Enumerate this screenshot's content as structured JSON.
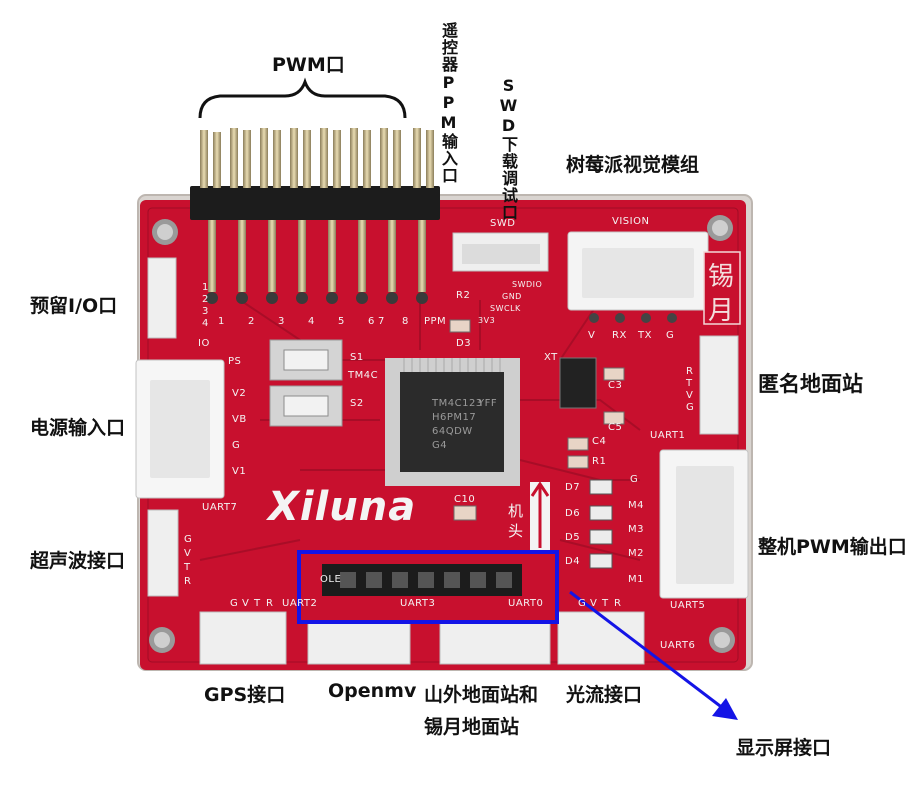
{
  "labels": {
    "pwm": "PWM口",
    "ppm": "遥控器PPM输入口",
    "swd": "SWD下载调试口",
    "vision_module": "树莓派视觉模组",
    "io": "预留I/O口",
    "power": "电源输入口",
    "ultrasonic": "超声波接口",
    "ground_station": "匿名地面站",
    "pwm_out": "整机PWM输出口",
    "gps": "GPS接口",
    "openmv": "Openmv",
    "shanwai_1": "山外地面站和",
    "shanwai_2": "锡月地面站",
    "optical_flow": "光流接口",
    "display": "显示屏接口"
  },
  "board": {
    "brand": "Xiluna",
    "stamp_1": "锡",
    "stamp_2": "月",
    "head_1": "机",
    "head_2": "头",
    "swd_header": "SWD",
    "vision_header": "VISION",
    "ps": "PS",
    "io": "IO",
    "uart1": "UART1",
    "uart2": "UART2",
    "uart3": "UART3",
    "uart5": "UART5",
    "uart6": "UART6",
    "uart7": "UART7",
    "uart0": "UART0",
    "ole": "OLE",
    "s1": "S1",
    "s2": "S2",
    "r1": "R1",
    "r2": "R2",
    "c3": "C3",
    "c4": "C4",
    "c5": "C5",
    "c10": "C10",
    "d3": "D3",
    "d4": "D4",
    "d5": "D5",
    "d6": "D6",
    "d7": "D7",
    "xt": "XT",
    "m1": "M1",
    "m2": "M2",
    "m3": "M3",
    "m4": "M4",
    "g": "G",
    "v1": "V1",
    "v2": "V2",
    "vb": "VB",
    "tm4c": "TM4C",
    "chip_1": "TM4C123",
    "chip_2": "H6PM17",
    "chip_3": "64QDW",
    "chip_4": "G4",
    "chip_yff": "YFF",
    "ppm": "PPM",
    "pin_numbers": [
      "1",
      "2",
      "3",
      "4",
      "5",
      "6",
      "7",
      "8"
    ],
    "swd_pins": [
      "SWDIO",
      "GND",
      "SWCLK",
      "3V3"
    ],
    "vision_pins": [
      "V",
      "RX",
      "TX",
      "G"
    ],
    "uart1_pins": [
      "R",
      "T",
      "V",
      "G"
    ],
    "uart7_pins": [
      "G",
      "V",
      "T",
      "R"
    ],
    "io_pins": [
      "1",
      "2",
      "3",
      "4"
    ],
    "bottom_pins": [
      "G",
      "V",
      "T",
      "R"
    ]
  },
  "colors": {
    "pcb": "#c8102e",
    "callout": "#1414e6",
    "connector": "#efefef",
    "pin": "#c8b98c"
  }
}
